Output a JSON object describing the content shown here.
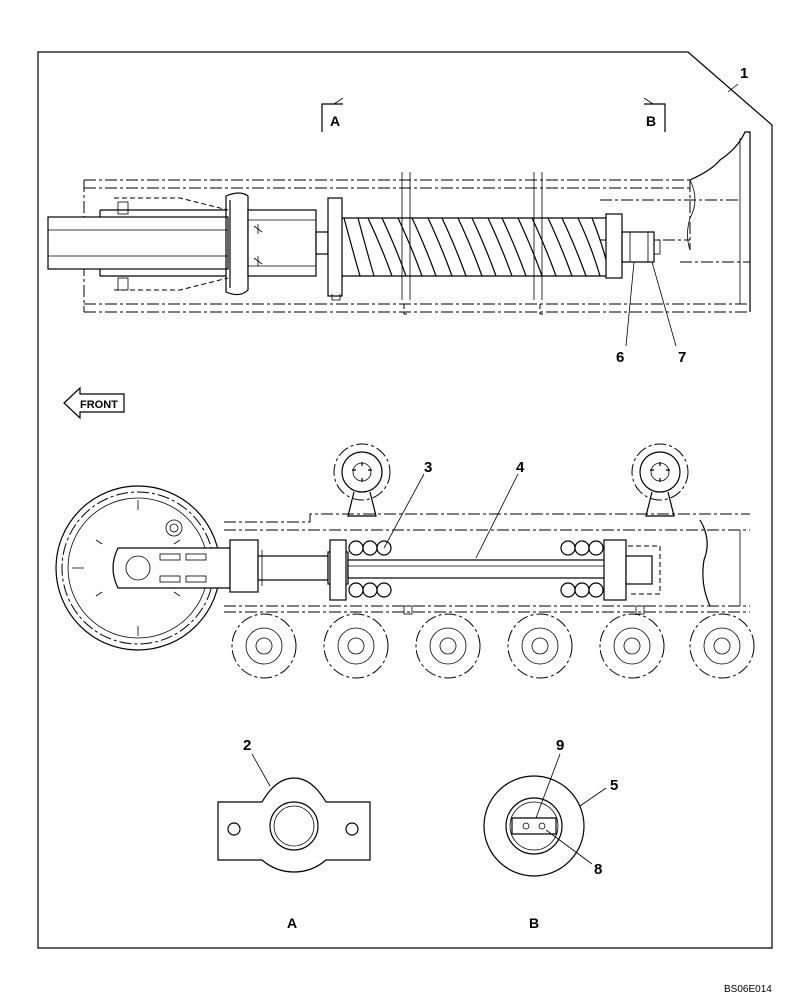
{
  "callouts": {
    "c1": "1",
    "c2": "2",
    "c3": "3",
    "c4": "4",
    "c5": "5",
    "c6": "6",
    "c7": "7",
    "c8": "8",
    "c9": "9"
  },
  "section_markers": {
    "a": "A",
    "b": "B"
  },
  "front_arrow": {
    "label": "FRONT"
  },
  "view_labels": {
    "a": "A",
    "b": "B"
  },
  "drawing_code": "BS06E014"
}
